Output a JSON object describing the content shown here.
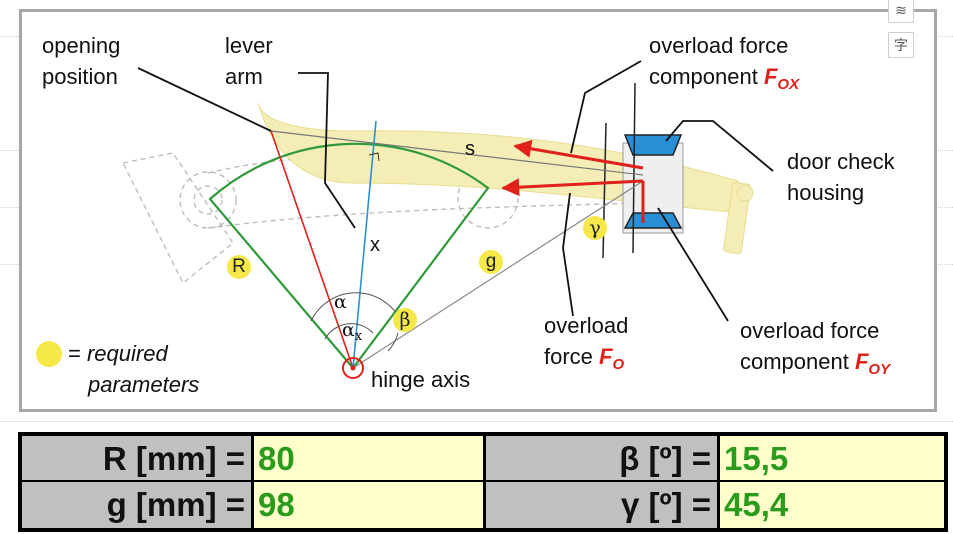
{
  "labels": {
    "opening_position": [
      "opening",
      "position"
    ],
    "lever_arm": [
      "lever",
      "arm"
    ],
    "overload_force_component_x": [
      "overload force",
      "component "
    ],
    "fox_symbol": "F",
    "fox_sub": "OX",
    "door_check_housing": [
      "door check",
      "housing"
    ],
    "overload_force": [
      "overload",
      "force "
    ],
    "fo_symbol": "F",
    "fo_sub": "O",
    "overload_force_component_y": [
      "overload force",
      "component "
    ],
    "foy_symbol": "F",
    "foy_sub": "OY",
    "hinge_axis": "hinge axis",
    "s": "s",
    "x": "x",
    "R": "R",
    "g": "g",
    "gamma": "γ",
    "beta": "β",
    "alpha": "α",
    "alpha_x": "α",
    "alpha_x_sub": "x",
    "required_eq": "=",
    "required_text": [
      "required",
      "parameters"
    ]
  },
  "toolbar_icons": [
    "layers-icon",
    "translate-icon"
  ],
  "table": {
    "rows": [
      {
        "label_left": "R [mm] =",
        "value_left": "80",
        "label_right": "β [º] =",
        "value_right": "15,5"
      },
      {
        "label_left": "g [mm] =",
        "value_left": "98",
        "label_right": "γ [º] =",
        "value_right": "45,4"
      }
    ]
  },
  "colors": {
    "value_green": "#2a9b1c",
    "label_gray": "#c0c0c0",
    "value_yellow": "#ffffcc",
    "required_yellow": "#f7e84a",
    "force_red": "#e0201b",
    "sector_green": "#2e9a3a",
    "housing_blue": "#2b8fd6",
    "lever_beige": "#f4eeb6"
  }
}
